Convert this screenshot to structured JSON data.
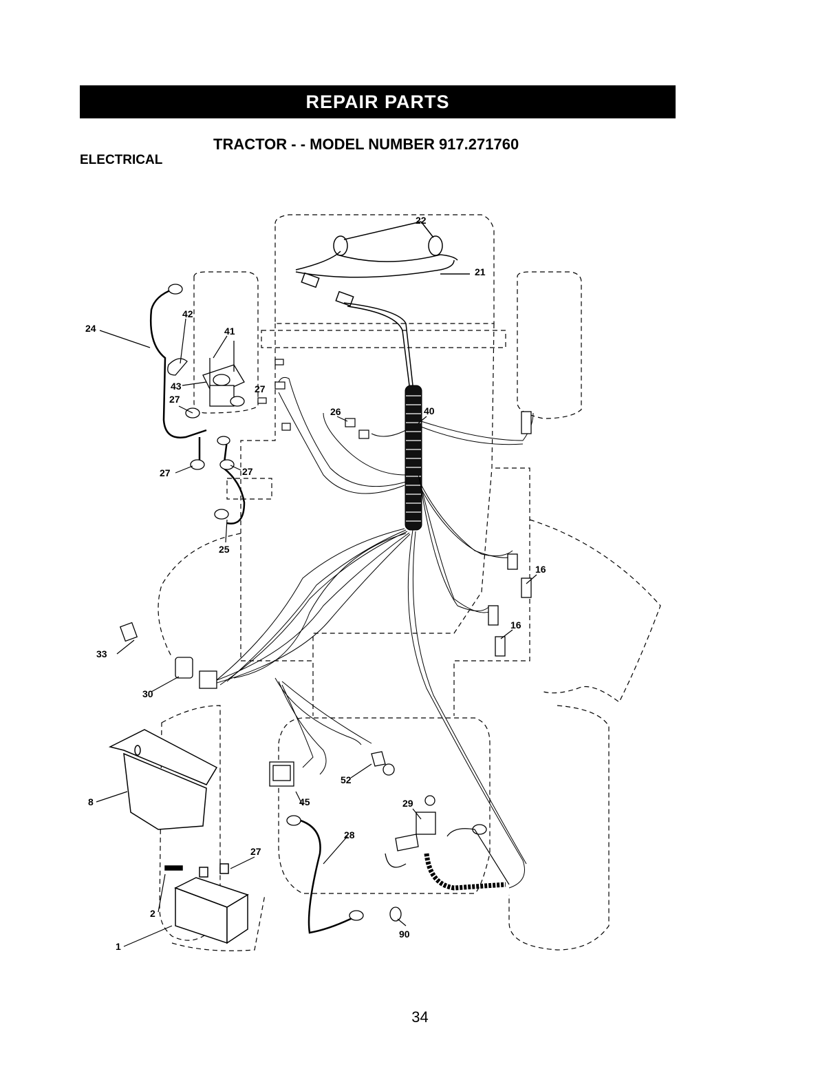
{
  "header": {
    "banner": "REPAIR PARTS",
    "model_title": "TRACTOR - - MODEL NUMBER 917.271760",
    "section": "ELECTRICAL"
  },
  "diagram": {
    "callouts": [
      "22",
      "21",
      "24",
      "42",
      "41",
      "43",
      "27",
      "27",
      "26",
      "40",
      "27",
      "27",
      "25",
      "16",
      "16",
      "33",
      "30",
      "8",
      "52",
      "45",
      "29",
      "28",
      "27",
      "2",
      "1",
      "90"
    ]
  },
  "footer": {
    "page_number": "34"
  }
}
